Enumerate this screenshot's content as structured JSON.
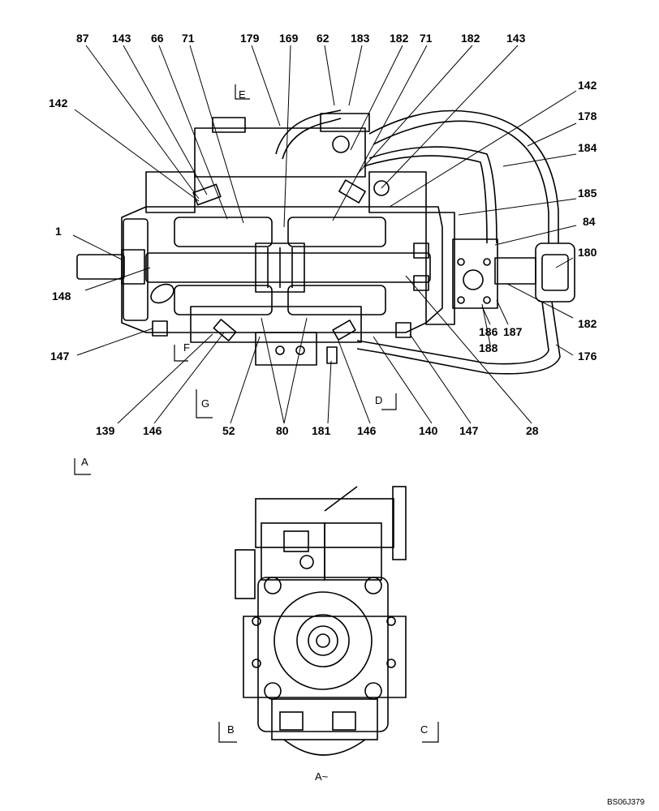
{
  "figure": {
    "part_labels": [
      {
        "text": "87"
      },
      {
        "text": "143"
      },
      {
        "text": "66"
      },
      {
        "text": "71"
      },
      {
        "text": "179"
      },
      {
        "text": "169"
      },
      {
        "text": "62"
      },
      {
        "text": "183"
      },
      {
        "text": "182"
      },
      {
        "text": "71"
      },
      {
        "text": "182"
      },
      {
        "text": "143"
      },
      {
        "text": "142"
      },
      {
        "text": "142"
      },
      {
        "text": "178"
      },
      {
        "text": "184"
      },
      {
        "text": "185"
      },
      {
        "text": "84"
      },
      {
        "text": "1"
      },
      {
        "text": "180"
      },
      {
        "text": "148"
      },
      {
        "text": "186"
      },
      {
        "text": "187"
      },
      {
        "text": "182"
      },
      {
        "text": "188"
      },
      {
        "text": "147"
      },
      {
        "text": "176"
      },
      {
        "text": "139"
      },
      {
        "text": "146"
      },
      {
        "text": "52"
      },
      {
        "text": "80"
      },
      {
        "text": "181"
      },
      {
        "text": "146"
      },
      {
        "text": "140"
      },
      {
        "text": "147"
      },
      {
        "text": "28"
      }
    ],
    "view_markers": [
      {
        "text": "E"
      },
      {
        "text": "F"
      },
      {
        "text": "G"
      },
      {
        "text": "D"
      },
      {
        "text": "A"
      },
      {
        "text": "B"
      },
      {
        "text": "C"
      }
    ],
    "view_caption": "A~",
    "drawing_code": "BS06J379"
  }
}
